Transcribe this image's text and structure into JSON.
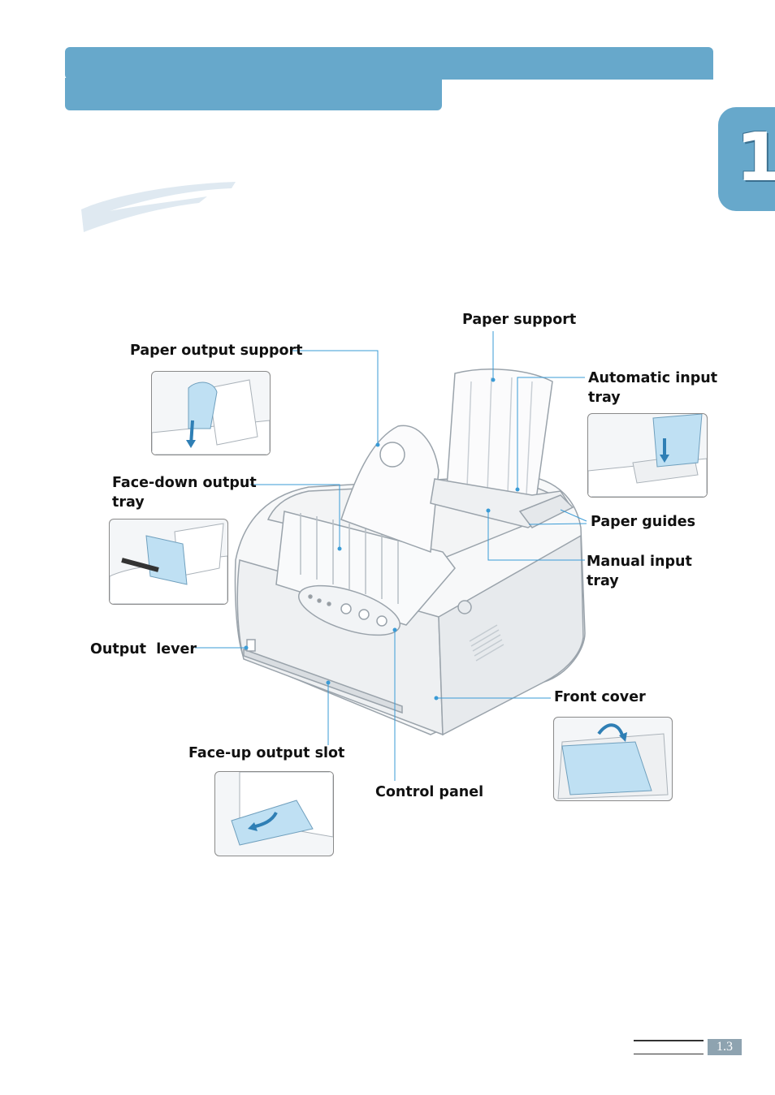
{
  "chapter": {
    "number": "1"
  },
  "labels": {
    "paper_support": "Paper support",
    "paper_output_support": "Paper output support",
    "automatic_input_tray": "Automatic input\ntray",
    "face_down_output_tray": "Face-down output\ntray",
    "paper_guides": "Paper guides",
    "manual_input_tray": "Manual input\ntray",
    "output_lever": "Output  lever",
    "front_cover": "Front cover",
    "face_up_output_slot": "Face-up output slot",
    "control_panel": "Control panel"
  },
  "footer": {
    "page_number": "1.3"
  },
  "colors": {
    "accent": "#67a8cb",
    "line": "#3a9bd6"
  }
}
